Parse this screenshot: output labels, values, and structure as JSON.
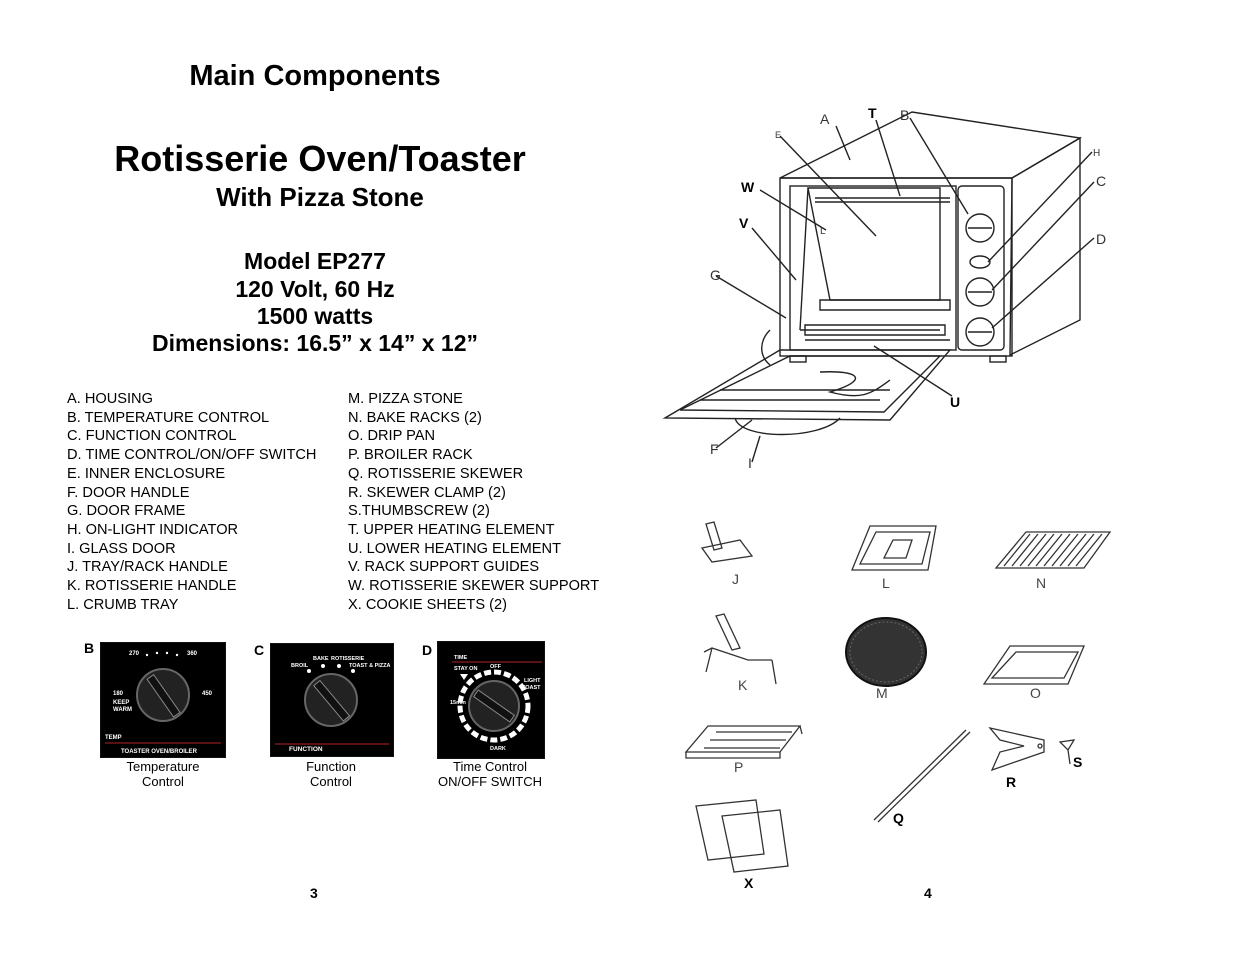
{
  "page_left": {
    "heading": "Main Components",
    "title": "Rotisserie Oven/Toaster",
    "subtitle": "With Pizza Stone",
    "specs": [
      "Model EP277",
      "120 Volt, 60 Hz",
      "1500 watts",
      "Dimensions: 16.5” x 14” x 12”"
    ],
    "parts_left": [
      "A. HOUSING",
      "B. TEMPERATURE CONTROL",
      "C. FUNCTION CONTROL",
      "D. TIME CONTROL/ON/OFF SWITCH",
      "E. INNER ENCLOSURE",
      "F. DOOR HANDLE",
      "G. DOOR FRAME",
      "H. ON-LIGHT INDICATOR",
      "I.  GLASS DOOR",
      "J. TRAY/RACK HANDLE",
      "K. ROTISSERIE HANDLE",
      "L. CRUMB TRAY"
    ],
    "parts_right": [
      "M. PIZZA STONE",
      "N. BAKE RACKS (2)",
      "O. DRIP PAN",
      "P. BROILER RACK",
      "Q. ROTISSERIE SKEWER",
      "R. SKEWER CLAMP (2)",
      "S.THUMBSCREW (2)",
      "T. UPPER HEATING ELEMENT",
      "U. LOWER HEATING ELEMENT",
      "V. RACK SUPPORT GUIDES",
      "W. ROTISSERIE SKEWER SUPPORT",
      "X. COOKIE SHEETS (2)"
    ],
    "dials": [
      {
        "letter": "B",
        "caption": [
          "Temperature",
          "Control"
        ],
        "labels": {
          "t270": "270",
          "t360": "360",
          "t180": "180",
          "t450": "450",
          "keep": "KEEP",
          "warm": "WARM",
          "temp": "TEMP",
          "footer": "TOASTER OVEN/BROILER"
        }
      },
      {
        "letter": "C",
        "caption": [
          "Function",
          "Control"
        ],
        "labels": {
          "bake": "BAKE",
          "rotisserie": "ROTISSERIE",
          "broil": "BROIL",
          "toast": "TOAST & PIZZA",
          "footer": "FUNCTION"
        }
      },
      {
        "letter": "D",
        "caption": [
          "Time Control",
          "ON/OFF SWITCH"
        ],
        "labels": {
          "time": "TIME",
          "stayon": "STAY ON",
          "off": "OFF",
          "light": "LIGHT",
          "toast": "TOAST",
          "min15": "15min",
          "dark": "DARK"
        }
      }
    ],
    "page_number": "3"
  },
  "page_right": {
    "oven_callouts": {
      "A": "A",
      "B": "B",
      "C": "C",
      "D": "D",
      "E": "E",
      "F": "F",
      "G": "G",
      "H": "H",
      "I": "I",
      "L": "L",
      "T": "T",
      "U": "U",
      "V": "V",
      "W": "W"
    },
    "accessory_labels": {
      "J": "J",
      "L": "L",
      "N": "N",
      "K": "K",
      "M": "M",
      "O": "O",
      "P": "P",
      "R": "R",
      "S": "S",
      "Q": "Q",
      "X": "X"
    },
    "page_number": "4"
  },
  "colors": {
    "ink": "#000000",
    "dial_red": "#b22222",
    "paper": "#ffffff"
  }
}
